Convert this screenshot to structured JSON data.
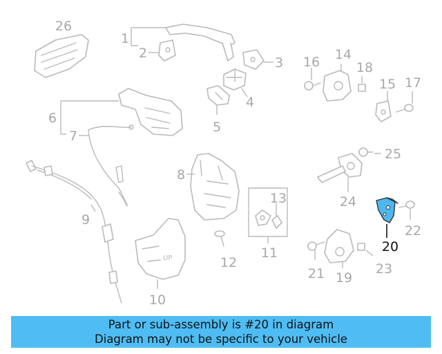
{
  "diagram": {
    "highlighted_part": "20",
    "callouts": [
      "1",
      "2",
      "3",
      "4",
      "5",
      "6",
      "7",
      "8",
      "9",
      "10",
      "11",
      "12",
      "13",
      "14",
      "15",
      "16",
      "17",
      "18",
      "19",
      "20",
      "21",
      "22",
      "23",
      "24",
      "25",
      "26"
    ]
  },
  "colors": {
    "highlight_fill": "#4db8f0",
    "banner_background": "#4fbdf4",
    "part_outline": "#b9b9b9",
    "callout_text": "#a8a8a8",
    "highlight_text": "#111111"
  },
  "footer": {
    "line1": "Part or sub-assembly is #20 in diagram",
    "line2": "Diagram may not be specific to your vehicle"
  }
}
